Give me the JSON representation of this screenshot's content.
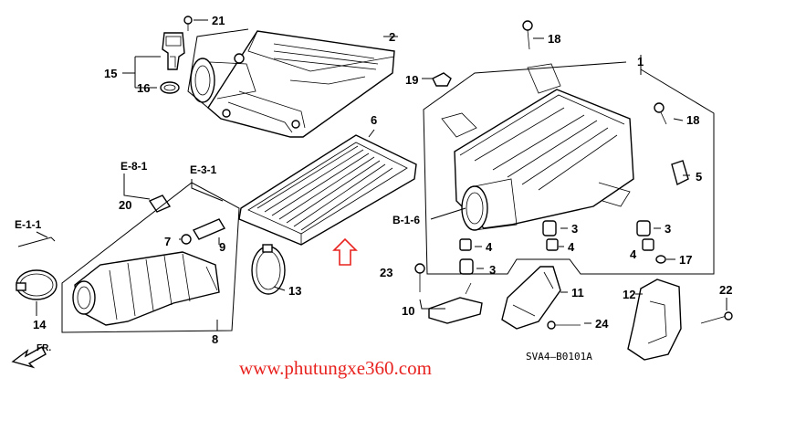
{
  "callouts": {
    "p1": "1",
    "p2": "2",
    "p3a": "3",
    "p3b": "3",
    "p3c": "3",
    "p4a": "4",
    "p4b": "4",
    "p4c": "4",
    "p5": "5",
    "p6": "6",
    "p7": "7",
    "p8": "8",
    "p9": "9",
    "p10": "10",
    "p11": "11",
    "p12": "12",
    "p13": "13",
    "p14": "14",
    "p15": "15",
    "p16": "16",
    "p17": "17",
    "p18a": "18",
    "p18b": "18",
    "p19": "19",
    "p20": "20",
    "p21": "21",
    "p22": "22",
    "p23": "23",
    "p24": "24"
  },
  "references": {
    "e81": "E-8-1",
    "e31": "E-3-1",
    "e11": "E-1-1",
    "b16": "B-1-6"
  },
  "front_marker": "FR.",
  "diagram_code": "SVA4—B0101A",
  "watermark": "www.phutungxe360.com",
  "colors": {
    "watermark": "#e8231f",
    "line": "#000000"
  }
}
